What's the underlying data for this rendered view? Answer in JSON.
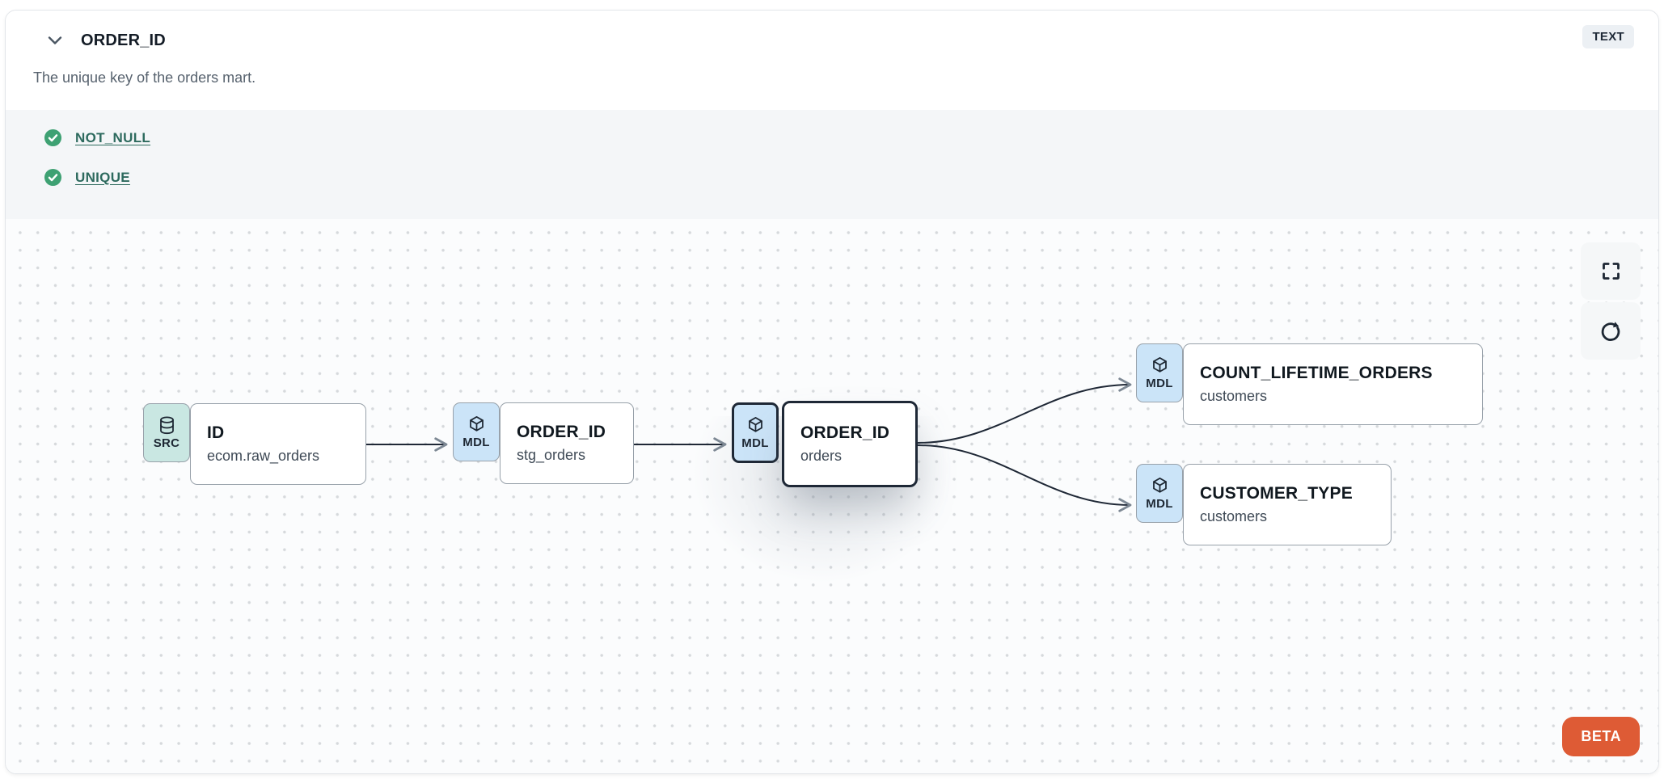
{
  "header": {
    "collapse_icon": "chevron-down-icon",
    "title": "ORDER_ID",
    "type_badge": "TEXT",
    "description": "The unique key of the orders mart."
  },
  "tests": {
    "items": [
      {
        "label": "NOT_NULL",
        "status": "pass",
        "icon": "check-circle-icon"
      },
      {
        "label": "UNIQUE",
        "status": "pass",
        "icon": "check-circle-icon"
      }
    ]
  },
  "lineage": {
    "controls": [
      {
        "name": "fullscreen",
        "icon": "fullscreen-icon"
      },
      {
        "name": "refresh",
        "icon": "refresh-icon"
      }
    ],
    "beta_label": "BETA",
    "nodes": [
      {
        "id": "src_id",
        "badge": "SRC",
        "icon": "database-icon",
        "title": "ID",
        "subtitle": "ecom.raw_orders",
        "selected": false
      },
      {
        "id": "stg_order_id",
        "badge": "MDL",
        "icon": "cube-icon",
        "title": "ORDER_ID",
        "subtitle": "stg_orders",
        "selected": false
      },
      {
        "id": "orders_order_id",
        "badge": "MDL",
        "icon": "cube-icon",
        "title": "ORDER_ID",
        "subtitle": "orders",
        "selected": true
      },
      {
        "id": "count_lifetime_orders",
        "badge": "MDL",
        "icon": "cube-icon",
        "title": "COUNT_LIFETIME_ORDERS",
        "subtitle": "customers",
        "selected": false
      },
      {
        "id": "customer_type",
        "badge": "MDL",
        "icon": "cube-icon",
        "title": "CUSTOMER_TYPE",
        "subtitle": "customers",
        "selected": false
      }
    ],
    "edges": [
      {
        "from": "src_id",
        "to": "stg_order_id"
      },
      {
        "from": "stg_order_id",
        "to": "orders_order_id"
      },
      {
        "from": "orders_order_id",
        "to": "count_lifetime_orders"
      },
      {
        "from": "orders_order_id",
        "to": "customer_type"
      }
    ]
  },
  "colors": {
    "accent_beta": "#de5b35",
    "test_pass_green": "#3ea173",
    "link_teal": "#2d6a5e",
    "source_badge": "#c9e7e2",
    "model_badge": "#cbe4f8",
    "edge": "#1f2836",
    "selected_border": "#1e2836",
    "tests_strip_bg": "#f4f6f8",
    "canvas_bg": "#fbfcfd"
  }
}
